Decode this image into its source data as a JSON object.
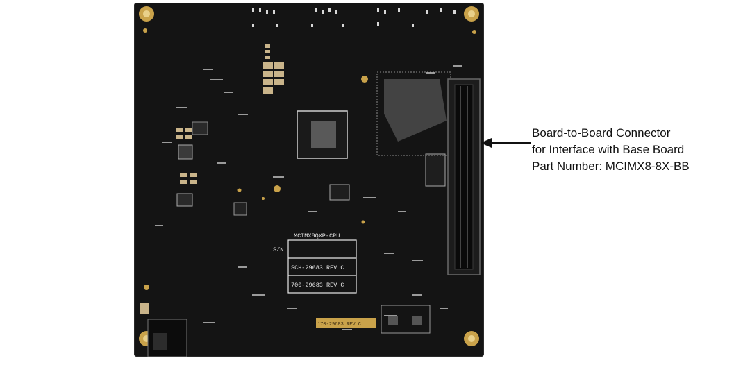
{
  "figure": {
    "board_silkscreen": {
      "part_label": "MCIMX8QXP-CPU",
      "sn_label": "S/N",
      "schematic_label": "SCH-29683 REV C",
      "assembly_label": "700-29683 REV C",
      "fab_label": "170-29683 REV C"
    },
    "callout": {
      "line1": "Board-to-Board Connector",
      "line2": "for Interface with Base Board",
      "line3": "Part Number: MCIMX8-8X-BB"
    },
    "colors": {
      "pcb": "#141414",
      "silkscreen": "#e8e8e8",
      "gold_pad": "#c9a24a",
      "connector": "#1c1c1c",
      "text": "#111111"
    }
  }
}
